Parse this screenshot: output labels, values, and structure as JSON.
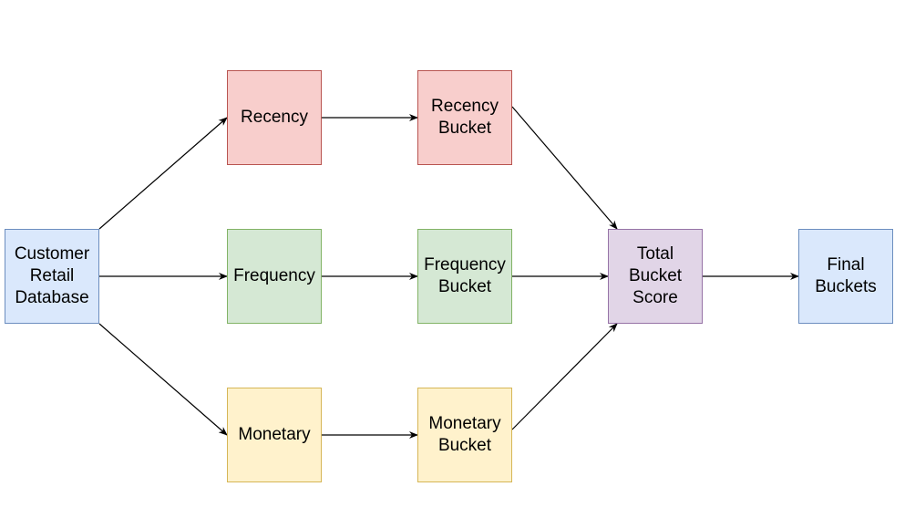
{
  "nodes": {
    "customer": {
      "label": "Customer\nRetail\nDatabase",
      "fill": "#dae8fc",
      "stroke": "#6c8ebf"
    },
    "recency": {
      "label": "Recency",
      "fill": "#f8cecc",
      "stroke": "#b85450"
    },
    "frequency": {
      "label": "Frequency",
      "fill": "#d5e8d4",
      "stroke": "#82b366"
    },
    "monetary": {
      "label": "Monetary",
      "fill": "#fff2cc",
      "stroke": "#d6b656"
    },
    "recency_bucket": {
      "label": "Recency\nBucket",
      "fill": "#f8cecc",
      "stroke": "#b85450"
    },
    "frequency_bucket": {
      "label": "Frequency\nBucket",
      "fill": "#d5e8d4",
      "stroke": "#82b366"
    },
    "monetary_bucket": {
      "label": "Monetary\nBucket",
      "fill": "#fff2cc",
      "stroke": "#d6b656"
    },
    "total_score": {
      "label": "Total\nBucket\nScore",
      "fill": "#e1d5e7",
      "stroke": "#9673a6"
    },
    "final_buckets": {
      "label": "Final\nBuckets",
      "fill": "#dae8fc",
      "stroke": "#6c8ebf"
    }
  },
  "edges": [
    {
      "from": "customer",
      "to": "recency"
    },
    {
      "from": "customer",
      "to": "frequency"
    },
    {
      "from": "customer",
      "to": "monetary"
    },
    {
      "from": "recency",
      "to": "recency_bucket"
    },
    {
      "from": "frequency",
      "to": "frequency_bucket"
    },
    {
      "from": "monetary",
      "to": "monetary_bucket"
    },
    {
      "from": "recency_bucket",
      "to": "total_score"
    },
    {
      "from": "frequency_bucket",
      "to": "total_score"
    },
    {
      "from": "monetary_bucket",
      "to": "total_score"
    },
    {
      "from": "total_score",
      "to": "final_buckets"
    }
  ],
  "edge_color": "#000000"
}
